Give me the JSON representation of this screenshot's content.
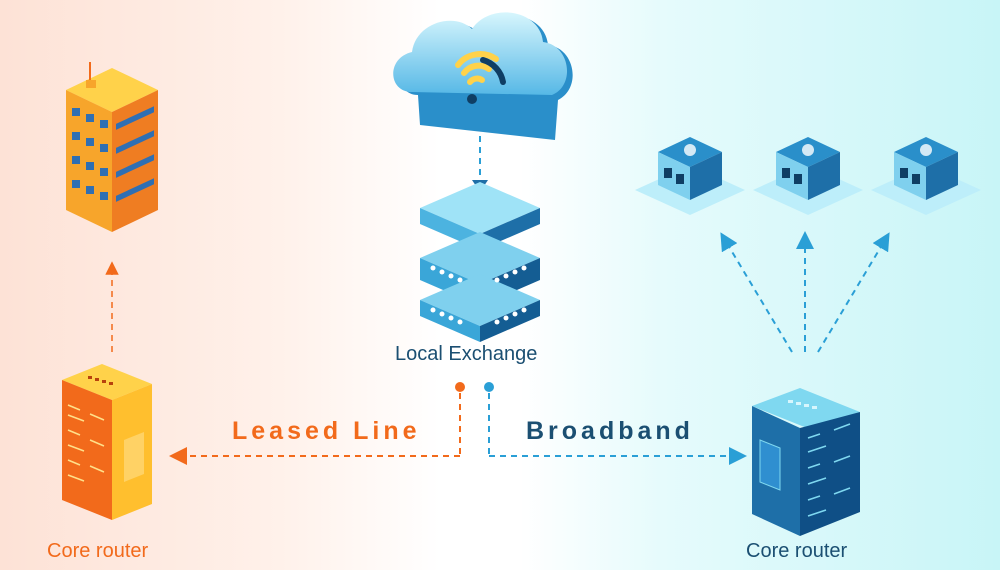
{
  "labels": {
    "local_exchange": "Local Exchange",
    "leased_line": "Leased Line",
    "broadband": "Broadband",
    "core_router_left": "Core router",
    "core_router_right": "Core router"
  },
  "icons": {
    "cloud": "wifi-cloud-icon",
    "exchange": "server-stack-icon",
    "office": "office-building-icon",
    "shop": "shop-building-icon",
    "router": "server-rack-icon"
  },
  "colors": {
    "orange": "#f26a1b",
    "navy": "#1b4f72",
    "blue": "#2a9fd6",
    "cyan": "#7fd8f0",
    "yellow": "#ffd24a"
  }
}
